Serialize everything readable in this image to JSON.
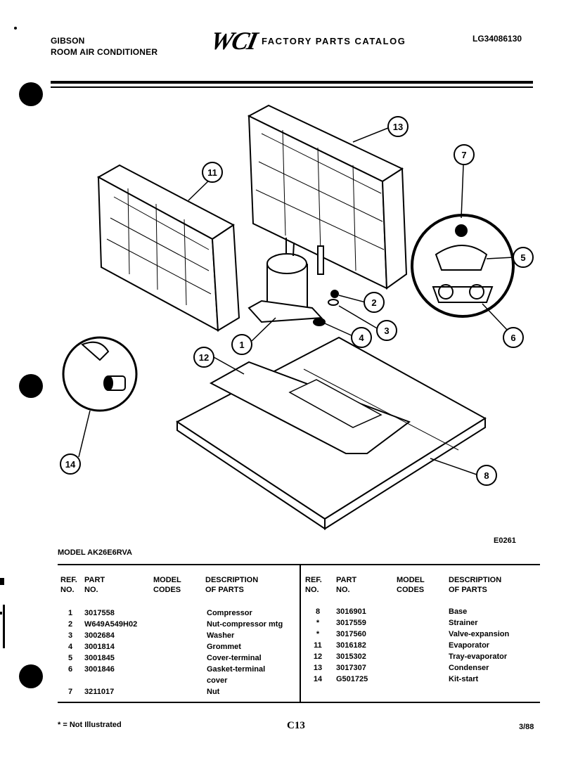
{
  "header": {
    "brand": "GIBSON",
    "product": "ROOM AIR CONDITIONER",
    "logo": "WCI",
    "catalog_title": "FACTORY PARTS CATALOG",
    "catalog_number": "LG34086130"
  },
  "diagram": {
    "callouts": [
      "1",
      "2",
      "3",
      "4",
      "5",
      "6",
      "7",
      "8",
      "11",
      "12",
      "13",
      "14"
    ],
    "code": "E0261"
  },
  "model_line": "MODEL AK26E6RVA",
  "table": {
    "headers": {
      "ref": [
        "REF.",
        "NO."
      ],
      "part": [
        "PART",
        "NO."
      ],
      "model": [
        "MODEL",
        "CODES"
      ],
      "desc": [
        "DESCRIPTION",
        "OF PARTS"
      ]
    },
    "left_rows": [
      {
        "ref": "1",
        "part": "3017558",
        "desc": "Compressor"
      },
      {
        "ref": "2",
        "part": "W649A549H02",
        "desc": "Nut-compressor mtg"
      },
      {
        "ref": "3",
        "part": "3002684",
        "desc": "Washer"
      },
      {
        "ref": "4",
        "part": "3001814",
        "desc": "Grommet"
      },
      {
        "ref": "5",
        "part": "3001845",
        "desc": "Cover-terminal"
      },
      {
        "ref": "6",
        "part": "3001846",
        "desc": "Gasket-terminal"
      },
      {
        "ref": "",
        "part": "",
        "desc": "cover"
      },
      {
        "ref": "7",
        "part": "3211017",
        "desc": "Nut"
      }
    ],
    "right_rows": [
      {
        "ref": "8",
        "part": "3016901",
        "desc": "Base"
      },
      {
        "ref": "*",
        "part": "3017559",
        "desc": "Strainer"
      },
      {
        "ref": "*",
        "part": "3017560",
        "desc": "Valve-expansion"
      },
      {
        "ref": "11",
        "part": "3016182",
        "desc": "Evaporator"
      },
      {
        "ref": "12",
        "part": "3015302",
        "desc": "Tray-evaporator"
      },
      {
        "ref": "13",
        "part": "3017307",
        "desc": "Condenser"
      },
      {
        "ref": "14",
        "part": "G501725",
        "desc": "Kit-start"
      }
    ]
  },
  "footer": {
    "note": "* = Not Illustrated",
    "page": "C13",
    "date": "3/88"
  }
}
